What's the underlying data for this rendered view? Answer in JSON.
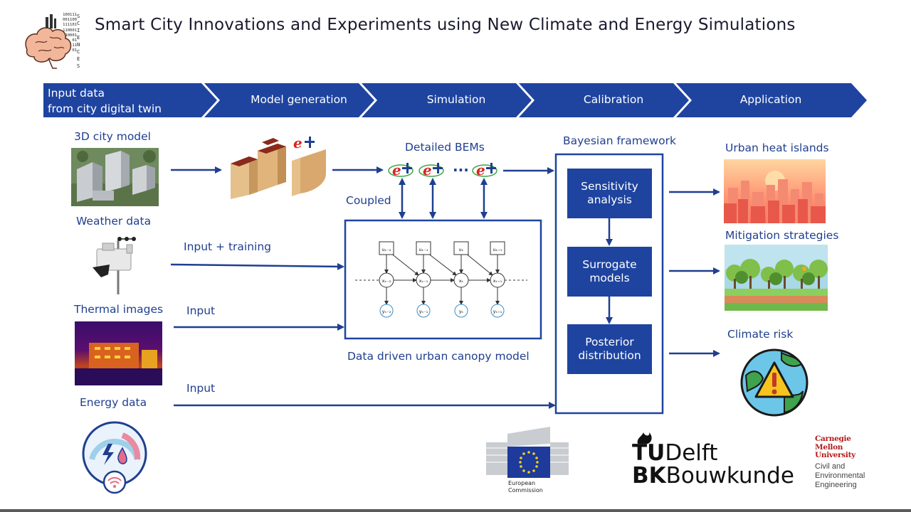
{
  "title": "Smart City Innovations and Experiments using New Climate and Energy Simulations",
  "logo": {
    "letters": "SCIENCES",
    "bits": [
      "100111",
      "001100",
      "111101",
      "110001",
      "10001",
      "01",
      "11",
      "01"
    ]
  },
  "stages": [
    {
      "line1": "Input data",
      "line2": "from city digital twin"
    },
    {
      "line1": "Model generation"
    },
    {
      "line1": "Simulation"
    },
    {
      "line1": "Calibration"
    },
    {
      "line1": "Application"
    }
  ],
  "inputs": {
    "city_model": "3D city model",
    "weather": "Weather data",
    "thermal": "Thermal images",
    "energy": "Energy data"
  },
  "edges": {
    "input_training": "Input + training",
    "input_thermal": "Input",
    "input_energy": "Input",
    "coupled": "Coupled"
  },
  "sim": {
    "detailed_bems": "Detailed BEMs",
    "ellipsis": "...",
    "canopy_caption": "Data driven urban canopy model",
    "u_nodes": [
      "uₖ₋₂",
      "uₖ₋₁",
      "uₖ",
      "uₖ₊₁"
    ],
    "x_nodes": [
      "xₖ₋₂",
      "xₖ₋₁",
      "xₖ",
      "xₖ₊₁"
    ],
    "y_nodes": [
      "yₖ₋₂",
      "yₖ₋₁",
      "yₖ",
      "yₖ₊₁"
    ]
  },
  "calibration": {
    "framework": "Bayesian framework",
    "steps": [
      {
        "line1": "Sensitivity",
        "line2": "analysis"
      },
      {
        "line1": "Surrogate",
        "line2": "models"
      },
      {
        "line1": "Posterior",
        "line2": "distribution"
      }
    ]
  },
  "applications": {
    "uhi": "Urban heat islands",
    "mitigation": "Mitigation strategies",
    "climate_risk": "Climate risk"
  },
  "partners": {
    "ec_line1": "European",
    "ec_line2": "Commission",
    "tud_tu": "TU",
    "tud_delft": "Delft",
    "tud_bk": "BK",
    "tud_bouwkunde": "Bouwkunde",
    "cmu_name": [
      "Carnegie",
      "Mellon",
      "University"
    ],
    "cmu_dept": [
      "Civil and",
      "Environmental",
      "Engineering"
    ]
  },
  "colors": {
    "accent": "#1e44a0",
    "arrow": "#1f3f8f",
    "eplus_red": "#d9261c",
    "eplus_blue": "#1f3f8f",
    "cmu_red": "#b31b1b"
  }
}
